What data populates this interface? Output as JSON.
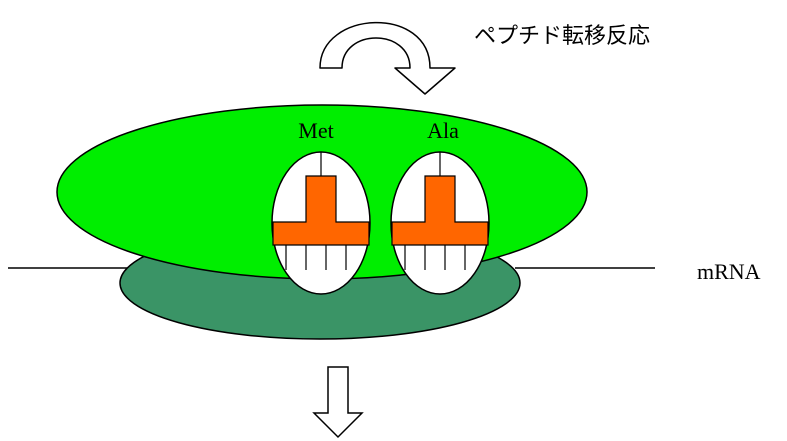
{
  "labels": {
    "reaction": "ペプチド転移反応",
    "trna_left": "Met",
    "trna_right": "Ala",
    "mrna": "mRNA"
  },
  "colors": {
    "large_subunit": "#00ee00",
    "small_subunit": "#3a9466",
    "trna": "#ff6600",
    "outline": "#000000",
    "background": "#ffffff"
  }
}
